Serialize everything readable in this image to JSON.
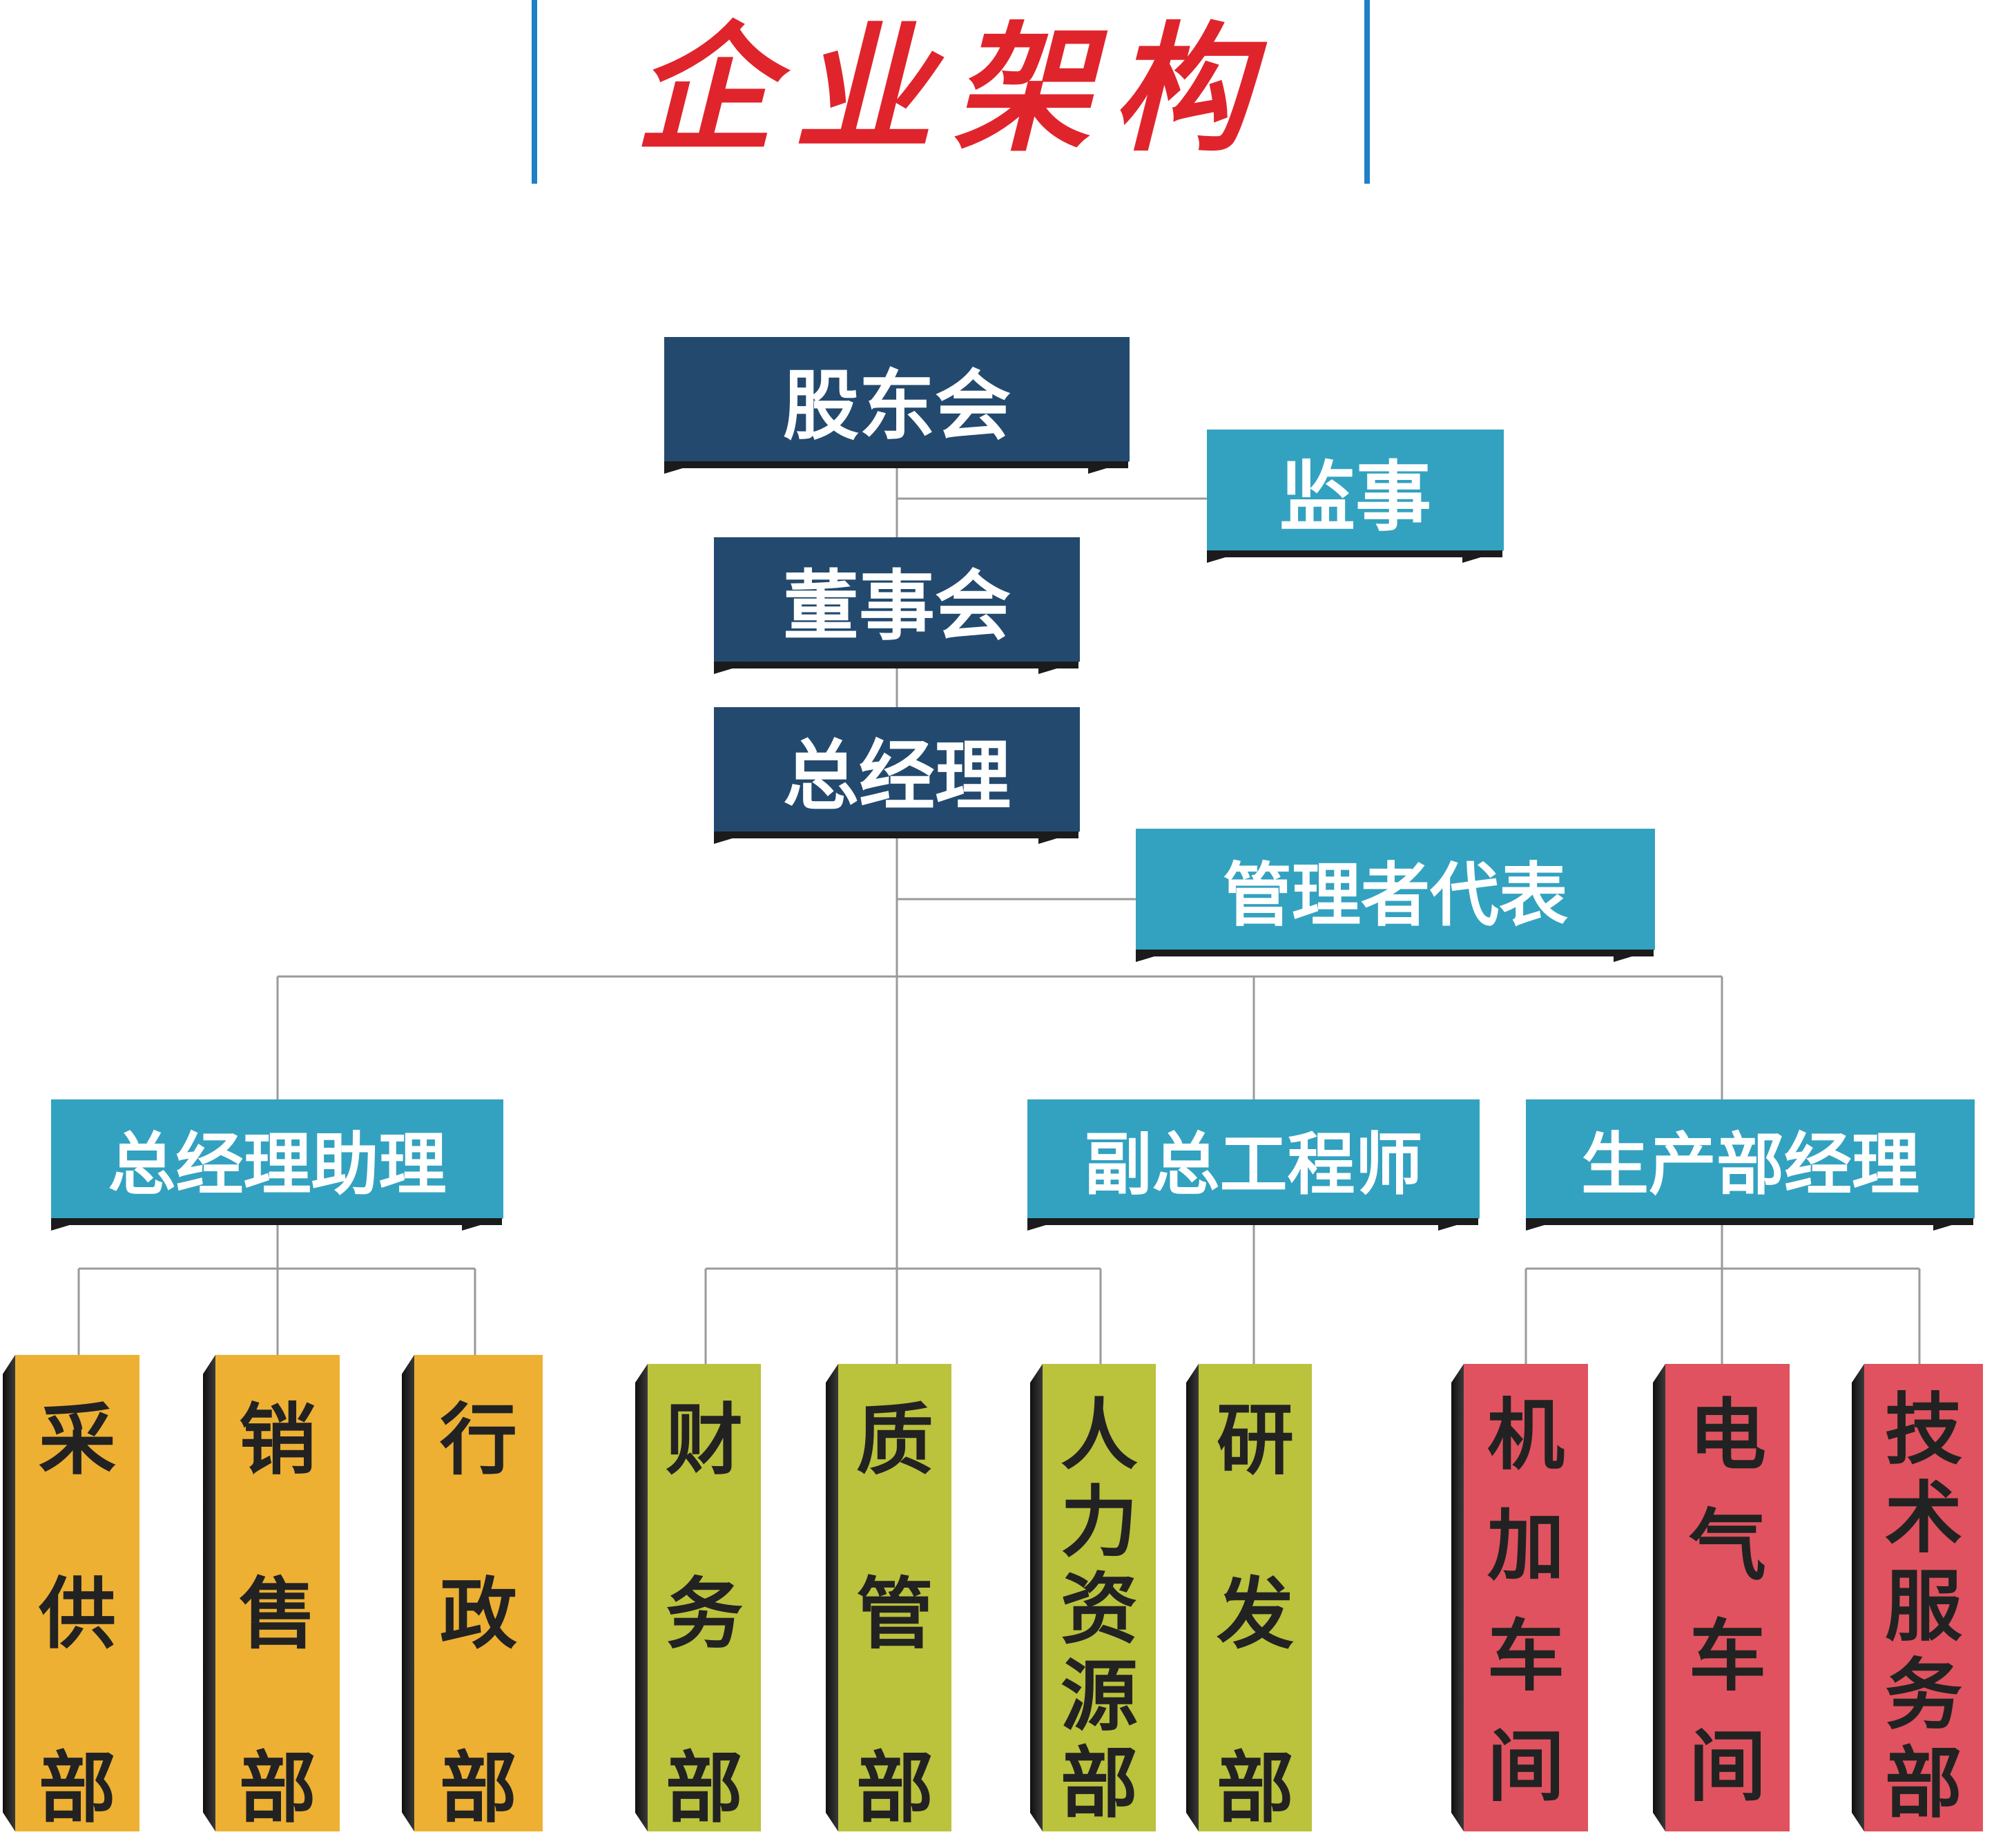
{
  "title": "企业架构",
  "colors": {
    "navy": "#234a6e",
    "teal": "#33a2c0",
    "orange": "#eeb033",
    "olive": "#bbc23c",
    "red": "#e0525f",
    "title": "#e0242c",
    "accent_bar": "#1f7fc8"
  },
  "top": {
    "shareholders": "股东会",
    "supervisor": "监事",
    "board": "董事会",
    "gm": "总经理",
    "mgmt_rep": "管理者代表"
  },
  "managers": {
    "gm_assistant": "总经理助理",
    "deputy_engineer": "副总工程师",
    "production_manager": "生产部经理"
  },
  "departments": [
    {
      "name": "采供部",
      "chars": [
        "采",
        "供",
        "部"
      ],
      "color": "orange"
    },
    {
      "name": "销售部",
      "chars": [
        "销",
        "售",
        "部"
      ],
      "color": "orange"
    },
    {
      "name": "行政部",
      "chars": [
        "行",
        "政",
        "部"
      ],
      "color": "orange"
    },
    {
      "name": "财务部",
      "chars": [
        "财",
        "务",
        "部"
      ],
      "color": "olive"
    },
    {
      "name": "质管部",
      "chars": [
        "质",
        "管",
        "部"
      ],
      "color": "olive"
    },
    {
      "name": "人力资源部",
      "chars": [
        "人",
        "力",
        "资",
        "源",
        "部"
      ],
      "color": "olive"
    },
    {
      "name": "研发部",
      "chars": [
        "研",
        "发",
        "部"
      ],
      "color": "olive"
    },
    {
      "name": "机加车间",
      "chars": [
        "机",
        "加",
        "车",
        "间"
      ],
      "color": "red"
    },
    {
      "name": "电气车间",
      "chars": [
        "电",
        "气",
        "车",
        "间"
      ],
      "color": "red"
    },
    {
      "name": "技术服务部",
      "chars": [
        "技",
        "术",
        "服",
        "务",
        "部"
      ],
      "color": "red"
    }
  ]
}
